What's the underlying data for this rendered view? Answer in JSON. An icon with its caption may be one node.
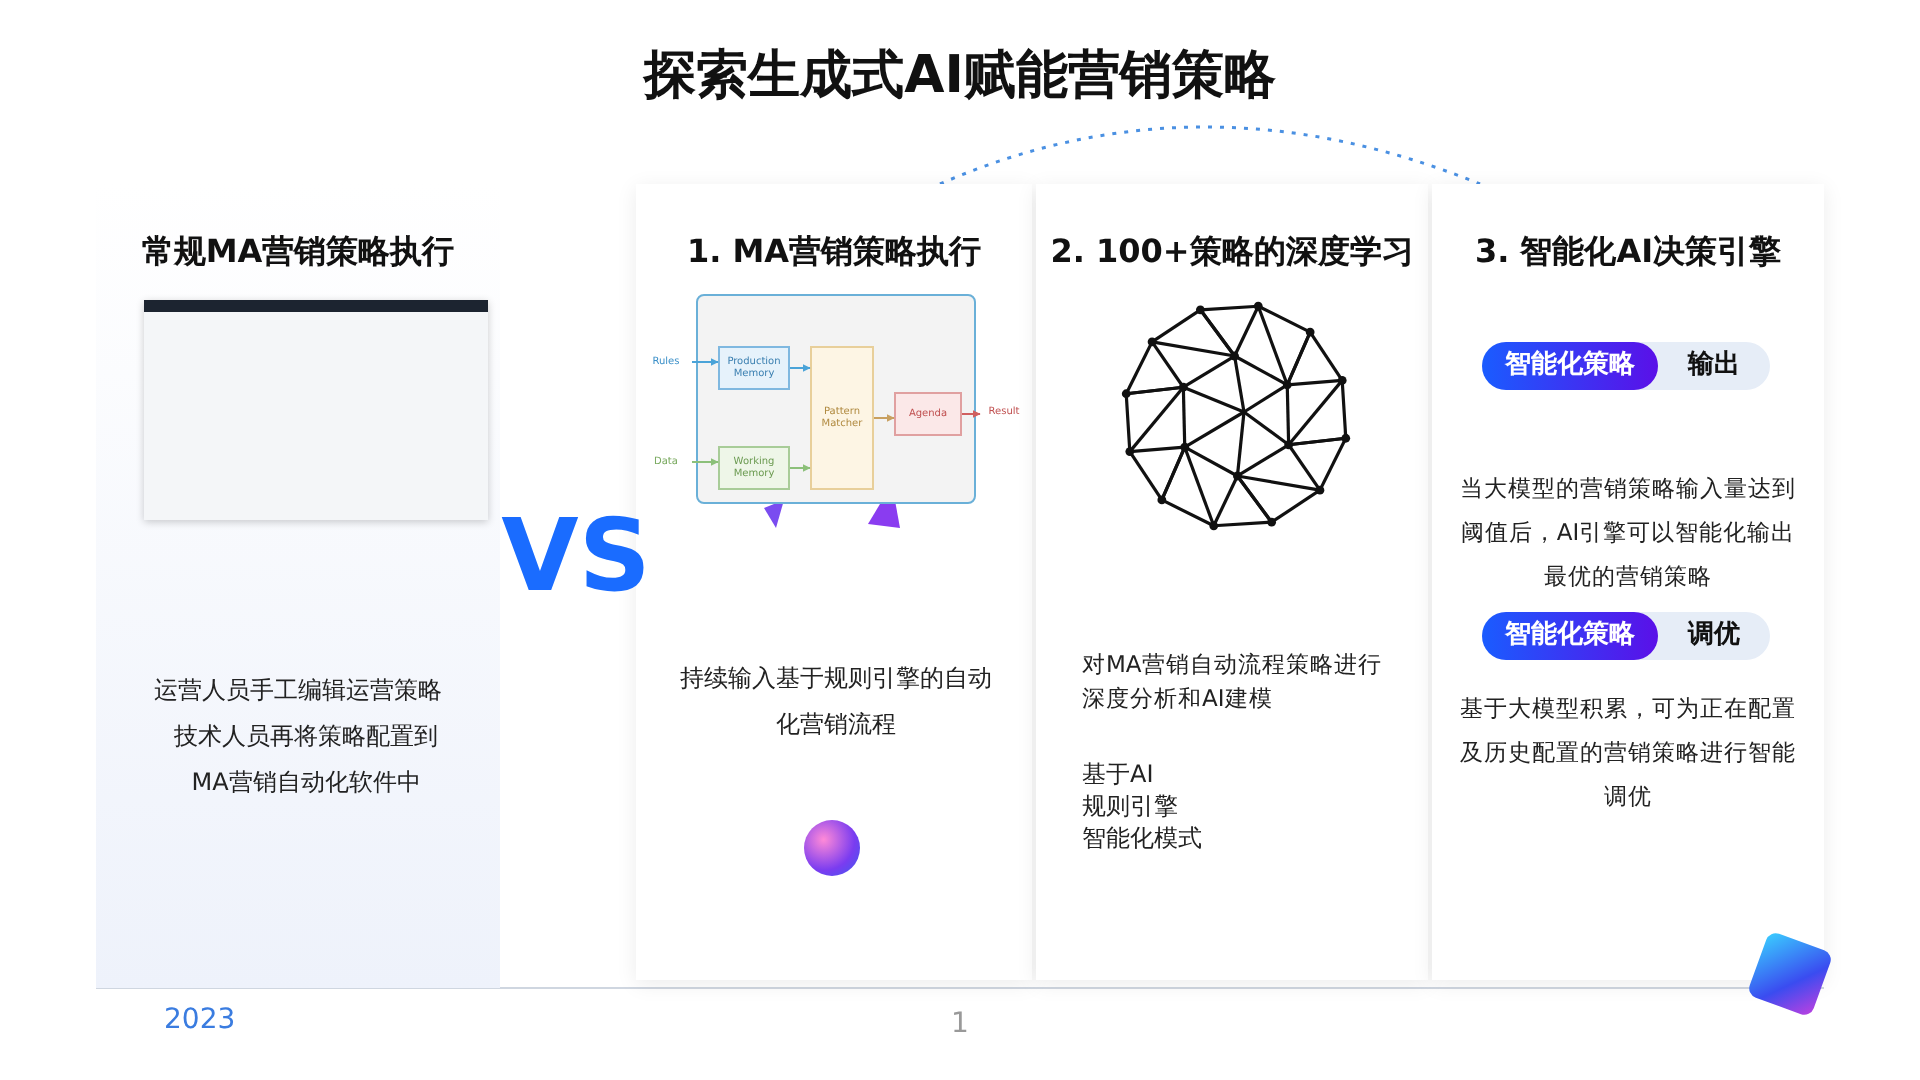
{
  "diagram": {
    "title": "探索生成式AI赋能营销策略",
    "nodes": [
      {
        "text": [
          "常规MA营销策略执行",
          "运营人员手工编辑运营策略",
          "技术人员再将策略配置到MA营销自动化软件中"
        ]
      },
      {
        "text": [
          "1. MA营销策略执行",
          "持续输入基于规则引擎的自动化营销流程"
        ]
      },
      {
        "text": [],
        "shape": "box",
        "in": 1
      },
      {
        "text": [
          "Rules"
        ],
        "in": 1
      },
      {
        "text": [
          "Production Memory"
        ],
        "in": 2
      },
      {
        "text": [
          "Data"
        ],
        "in": 1
      },
      {
        "text": [
          "Working Memory"
        ],
        "in": 2
      },
      {
        "text": [
          "Pattern Matcher"
        ],
        "in": 2
      },
      {
        "text": [
          "Agenda"
        ],
        "in": 2
      },
      {
        "text": [
          "Result"
        ],
        "in": 1
      },
      {
        "text": [
          "2. 100+策略的深度学习",
          "对MA营销自动流程策略进行深度分析和AI建模",
          "基于AI",
          "规则引擎",
          "智能化模式"
        ]
      },
      {
        "text": [
          "3. 智能化AI决策引擎",
          "当大模型的营销策略输入量达到阈值后，AI引擎可以智能化输出最优的营销策略",
          "基于大模型积累，可为正在配置及历史配置的营销策略进行智能调优"
        ]
      },
      {
        "text": [
          "智能化策略",
          "输出"
        ],
        "in": 11
      },
      {
        "text": [
          "智能化策略",
          "调优"
        ],
        "in": 11
      }
    ],
    "edges": [
      {
        "from": 3,
        "to": 4,
        "arrow": "to",
        "color": "#4aa3d8"
      },
      {
        "from": 4,
        "to": 7,
        "arrow": "to",
        "color": "#4aa3d8"
      },
      {
        "from": 5,
        "to": 6,
        "arrow": "to",
        "color": "#8cc07a"
      },
      {
        "from": 6,
        "to": 7,
        "arrow": "to",
        "color": "#8cc07a"
      },
      {
        "from": 7,
        "to": 8,
        "arrow": "to",
        "color": "#c8a060"
      },
      {
        "from": 8,
        "to": 9,
        "arrow": "to",
        "color": "#d06060"
      }
    ],
    "labels": [
      "VS",
      "2023",
      "1"
    ]
  }
}
